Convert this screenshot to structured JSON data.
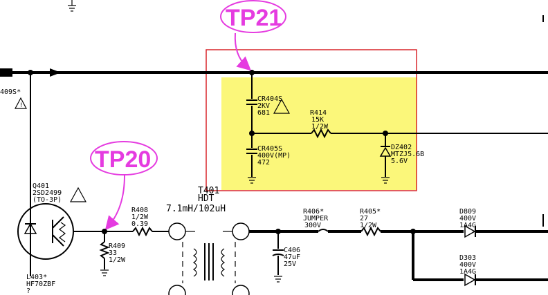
{
  "test_points": [
    {
      "id": "tp21",
      "label": "TP21"
    },
    {
      "id": "tp20",
      "label": "TP20"
    }
  ],
  "colors": {
    "highlight_fill": "#fbf77a",
    "highlight_border": "#d9262b",
    "test_point_accent": "#e53be0",
    "line": "#000000"
  },
  "components": {
    "cr404s": {
      "ref": "CR404S",
      "value1": "2KV",
      "value2": "681"
    },
    "cr405s": {
      "ref": "CR405S",
      "value1": "400V(MP)",
      "value2": "472"
    },
    "r414": {
      "ref": "R414",
      "value1": "15K",
      "value2": "1/2W"
    },
    "dz402": {
      "ref": "DZ402",
      "value1": "MTZJ5.6B",
      "value2": "5.6V"
    },
    "q401": {
      "ref": "Q401",
      "value1": "2SD2499",
      "value2": "(TO-3P)"
    },
    "r408": {
      "ref": "R408",
      "value1": "1/2W",
      "value2": "0.39"
    },
    "r409": {
      "ref": "R409",
      "value1": "33",
      "value2": "1/2W"
    },
    "t401": {
      "ref": "T401",
      "value1": "HDT",
      "value2": "7.1mH/102uH"
    },
    "r406": {
      "ref": "R406*",
      "value1": "JUMPER",
      "value2": "300V"
    },
    "r405": {
      "ref": "R405*",
      "value1": "27",
      "value2": "1/2W"
    },
    "d809": {
      "ref": "D809",
      "value1": "400V",
      "value2": "1A4G"
    },
    "d303": {
      "ref": "D303",
      "value1": "400V",
      "value2": "1A4G"
    },
    "c406": {
      "ref": "C406",
      "value1": "47uF",
      "value2": "25V"
    },
    "l403": {
      "ref": "L403*",
      "value1": "HF70ZBF",
      "value2": "?"
    },
    "left_cut": {
      "ref": "409S*"
    }
  }
}
